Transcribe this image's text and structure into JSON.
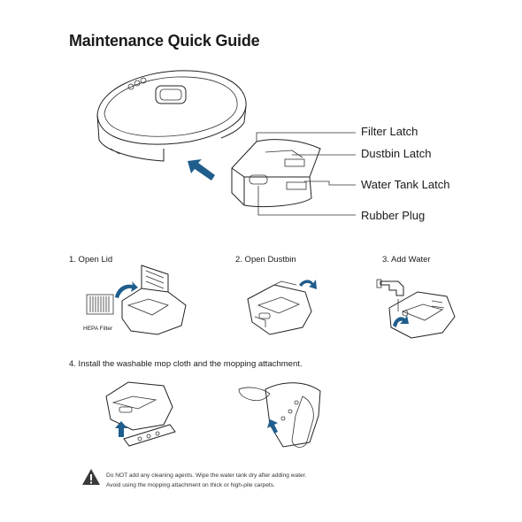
{
  "title": "Maintenance Quick Guide",
  "callouts": {
    "filter_latch": "Filter Latch",
    "dustbin_latch": "Dustbin Latch",
    "water_tank_latch": "Water Tank Latch",
    "rubber_plug": "Rubber Plug"
  },
  "steps": {
    "open_lid": "1. Open Lid",
    "open_dustbin": "2. Open Dustbin",
    "add_water": "3. Add Water",
    "install_mop": "4. Install the washable mop cloth and the mopping attachment."
  },
  "labels": {
    "hepa_filter": "HEPA Filter"
  },
  "warning": {
    "icon": "warning-triangle-icon",
    "line1": "Do NOT add any cleaning agents. Wipe the water tank dry after adding water.",
    "line2": "Avoid using the mopping attachment on thick or high-pile carpets."
  },
  "colors": {
    "arrow_blue": "#1f5d8c"
  }
}
